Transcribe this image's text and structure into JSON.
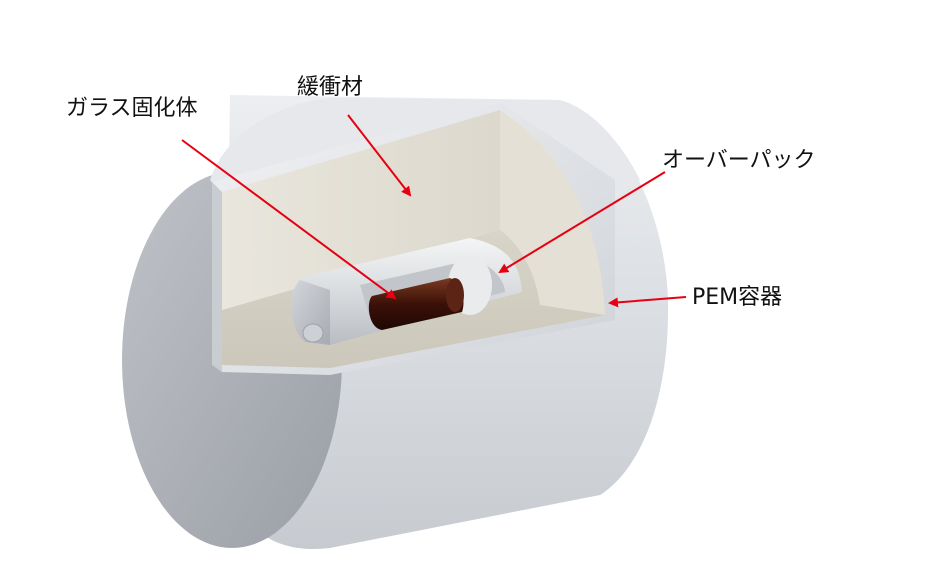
{
  "labels": {
    "glass": "ガラス固化体",
    "buffer": "緩衝材",
    "overpack": "オーバーパック",
    "pem": "PEM容器"
  },
  "colors": {
    "arrow": "#e60012",
    "cylinder": "#d3d7dc",
    "buffer": "#e3dfd4",
    "glass": "#4a1810"
  }
}
